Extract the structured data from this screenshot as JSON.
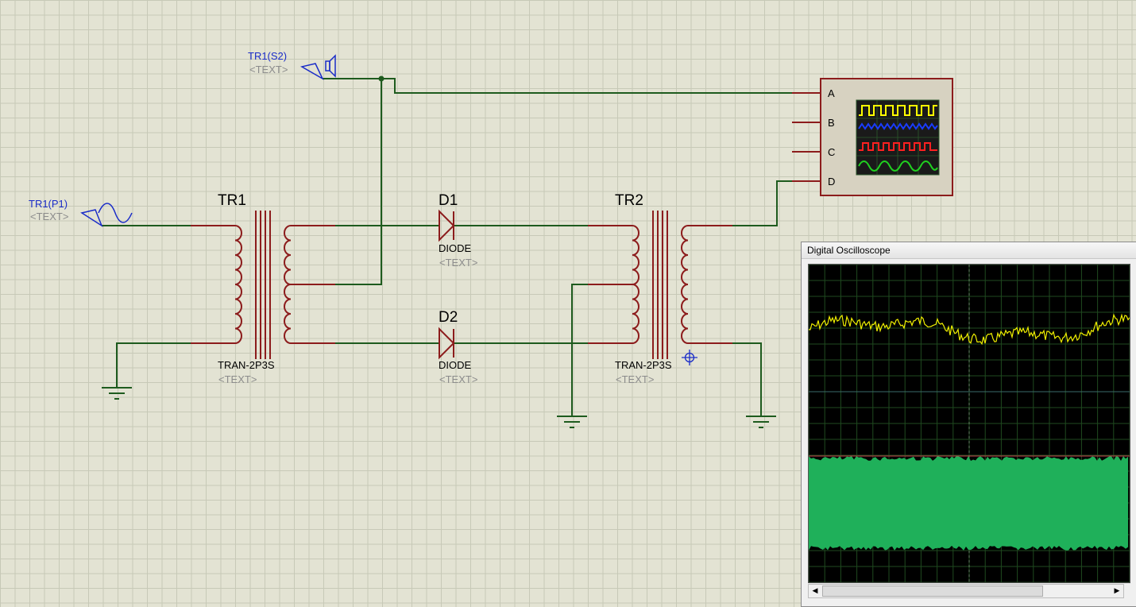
{
  "schematic": {
    "tr1": {
      "ref": "TR1",
      "value": "TRAN-2P3S",
      "text": "<TEXT>"
    },
    "tr2": {
      "ref": "TR2",
      "value": "TRAN-2P3S",
      "text": "<TEXT>"
    },
    "d1": {
      "ref": "D1",
      "value": "DIODE",
      "text": "<TEXT>"
    },
    "d2": {
      "ref": "D2",
      "value": "DIODE",
      "text": "<TEXT>"
    },
    "terminal_p1": {
      "name": "TR1(P1)",
      "text": "<TEXT>"
    },
    "terminal_s2": {
      "name": "TR1(S2)",
      "text": "<TEXT>"
    },
    "scope_inputs": [
      "A",
      "B",
      "C",
      "D"
    ],
    "colors": {
      "wire": "#1e5b1e",
      "component": "#8c1c1c",
      "terminal": "#1a2cc8",
      "grid": "#c7c9b7",
      "background": "#e3e3d3",
      "trace_a": "#ffff00",
      "trace_b": "#1a3cff",
      "trace_c": "#ff2020",
      "trace_d": "#20d020"
    }
  },
  "oscilloscope_window": {
    "title": "Digital Oscilloscope",
    "scroll_left_icon": "left-arrow-icon",
    "scroll_right_icon": "right-arrow-icon"
  }
}
